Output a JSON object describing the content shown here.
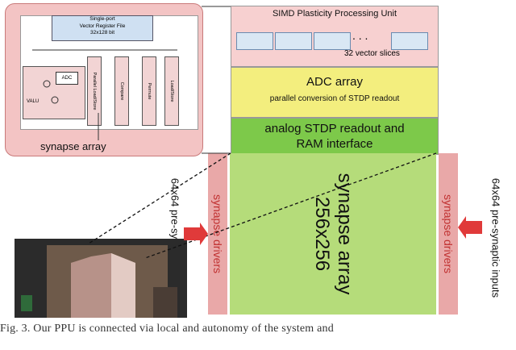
{
  "inset": {
    "register_file": [
      "Single-port",
      "Vector Register File",
      "32x128 bit"
    ],
    "units": [
      "Parallel Load/Store",
      "Compare",
      "Permute",
      "Load/Store"
    ],
    "valu_label": "VALU",
    "adc_label": "ADC",
    "synapse_array_label": "synapse array"
  },
  "simd": {
    "title": "SIMD Plasticity Processing Unit",
    "dots": ". . .",
    "slices_label": "32 vector slices"
  },
  "adc": {
    "title": "ADC array",
    "subtitle": "parallel conversion of STDP readout"
  },
  "readout": {
    "line1": "analog STDP readout and",
    "line2": "RAM interface"
  },
  "array": {
    "title": "synapse array",
    "size": "256x256"
  },
  "drivers": {
    "left": "synapse drivers",
    "right": "synapse drivers"
  },
  "inputs": {
    "left": "64x64 pre-synaptic inputs",
    "right": "64x64 pre-synaptic inputs"
  },
  "caption": "Fig. 3. Our PPU is connected via local and autonomy of the system and"
}
